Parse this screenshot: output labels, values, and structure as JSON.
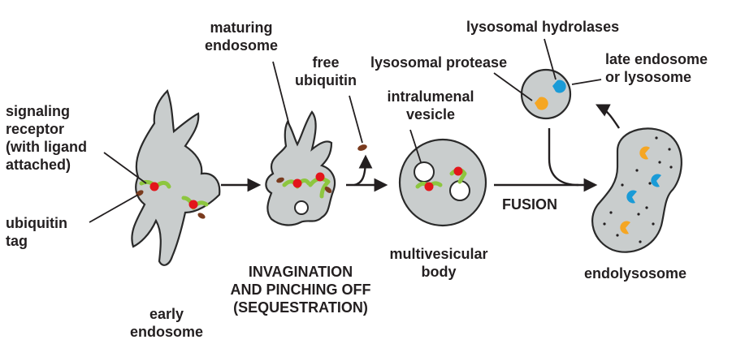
{
  "colors": {
    "organelle_fill": "#c9cdcd",
    "outline": "#2a2a2a",
    "receptor": "#8dc63f",
    "ligand": "#e3161b",
    "ubiquitin": "#7a3b1e",
    "hydrolase": "#1a9bd7",
    "protease": "#f5a623"
  },
  "labels": {
    "signaling_receptor": [
      "signaling",
      "receptor",
      "(with ligand",
      "attached)"
    ],
    "ubiquitin_tag": [
      "ubiquitin",
      "tag"
    ],
    "early_endosome": [
      "early",
      "endosome"
    ],
    "maturing_endosome": [
      "maturing",
      "endosome"
    ],
    "invagination": [
      "INVAGINATION",
      "AND PINCHING OFF",
      "(SEQUESTRATION)"
    ],
    "free_ubiquitin": [
      "free",
      "ubiquitin"
    ],
    "intralumenal_vesicle": [
      "intralumenal",
      "vesicle"
    ],
    "multivesicular_body": [
      "multivesicular",
      "body"
    ],
    "fusion": "FUSION",
    "lysosomal_protease": "lysosomal protease",
    "lysosomal_hydrolases": "lysosomal hydrolases",
    "late_endosome": [
      "late endosome",
      "or lysosome"
    ],
    "endolysosome": "endolysosome"
  }
}
